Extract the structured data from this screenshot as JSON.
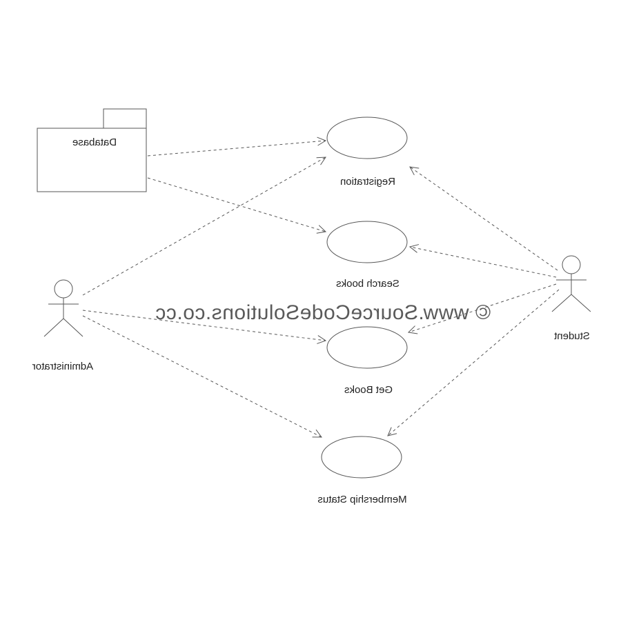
{
  "diagram": {
    "package": {
      "name": "Database"
    },
    "actors": {
      "administrator": "Administrator",
      "student": "Student"
    },
    "use_cases": {
      "registration": "Registration",
      "search_books": "Search books",
      "get_books": "Get Books",
      "membership_status": "Membership Status"
    },
    "watermark": "© www.SourceCodeSolutions.co.cc",
    "rendering": "horizontally mirrored",
    "colors": {
      "stroke": "#555555",
      "text": "#222222"
    }
  }
}
